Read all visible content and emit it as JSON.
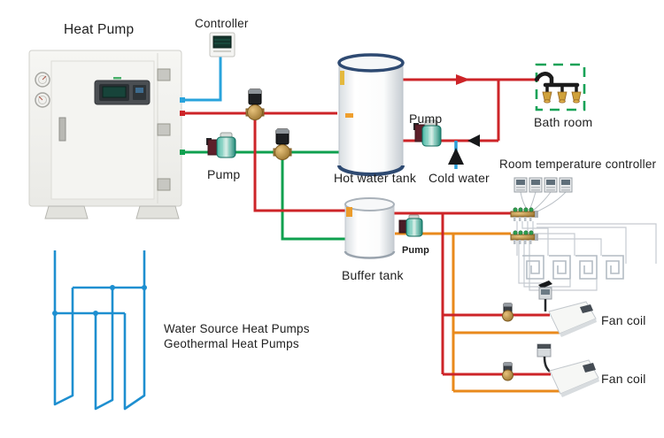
{
  "diagram": {
    "labels": {
      "heat_pump": "Heat Pump",
      "controller": "Controller",
      "pump_source": "Pump",
      "hot_water_tank": "Hot water tank",
      "pump_recirculation": "Pump",
      "cold_water": "Cold water",
      "bath_room": "Bath room",
      "room_temperature_controller": "Room temperature controller",
      "buffer_tank": "Buffer tank",
      "pump_buffer": "Pump",
      "fan_coil_upper": "Fan coil",
      "fan_coil_lower": "Fan coil",
      "caption_line1": "Water Source Heat Pumps",
      "caption_line2": "Geothermal Heat Pumps"
    },
    "colors": {
      "hot_water_pipe_red": "#cd2428",
      "return_pipe_green": "#0fa04f",
      "secondary_pipe_orange": "#e98a1c",
      "cold_water_pipe_blue": "#2b9fd8",
      "controller_wire_blue": "#29a3dc",
      "geothermal_loop_blue": "#1e8fd0",
      "bathroom_border_green": "#17a257",
      "black_pipe": "#1c1c1c",
      "brass": "#c09048",
      "pump_teal": "#2ea895",
      "label_text": "#1f1f1f"
    }
  }
}
